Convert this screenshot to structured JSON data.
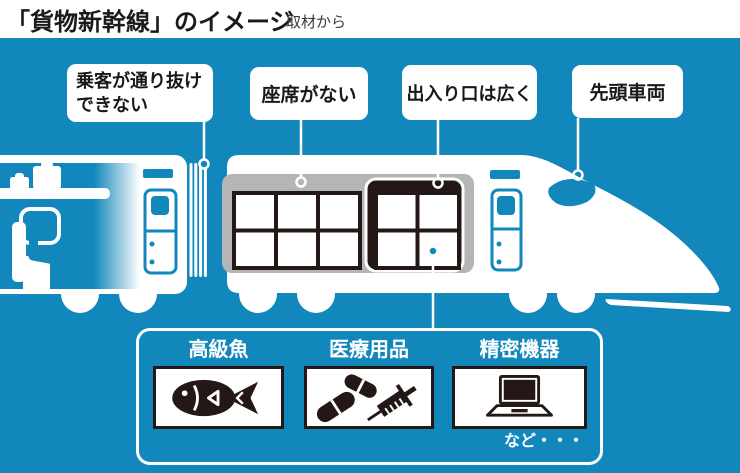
{
  "header": {
    "title": "「貨物新幹線」のイメージ",
    "subtitle": "取材から"
  },
  "callouts": [
    {
      "label": "乗客が通り抜け\nできない",
      "target": "gangway"
    },
    {
      "label": "座席がない",
      "target": "cargo-bay"
    },
    {
      "label": "出入り口は広く",
      "target": "wide-doorway"
    },
    {
      "label": "先頭車両",
      "target": "lead-car-nose"
    }
  ],
  "cargo_panel": {
    "items": [
      {
        "label": "高級魚",
        "icon": "fish-icon"
      },
      {
        "label": "医療用品",
        "icon": "medical-supplies-icon"
      },
      {
        "label": "精密機器",
        "icon": "laptop-icon"
      }
    ],
    "footer": "など・・・"
  },
  "colors": {
    "background_blue": "#1287BB",
    "ink_dark": "#231815",
    "panel_gray": "#B5B5B6",
    "white": "#FFFFFF"
  }
}
